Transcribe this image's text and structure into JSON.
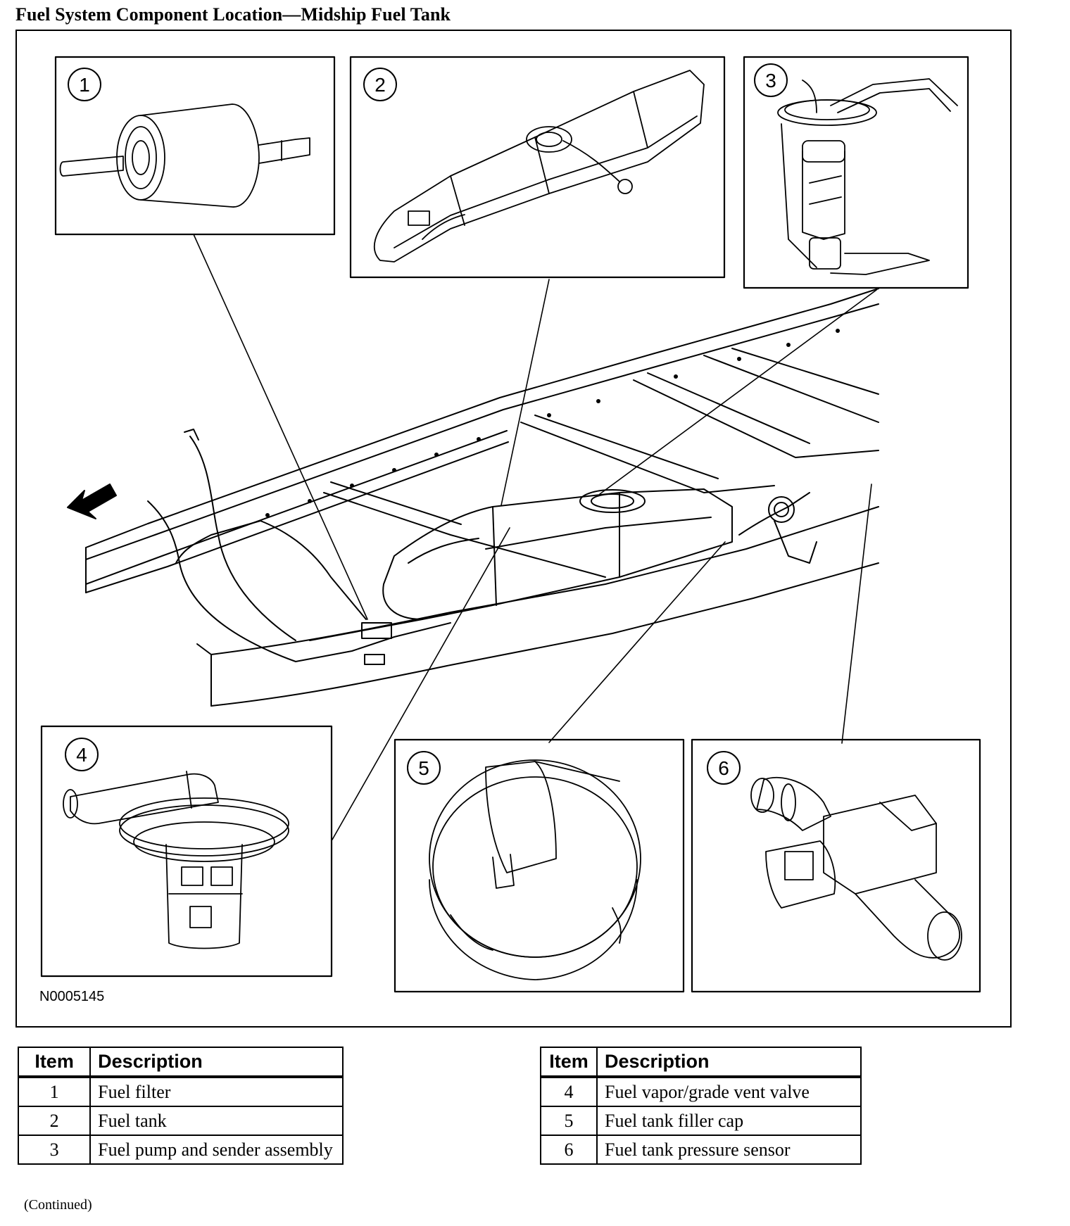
{
  "title": "Fuel System Component Location—Midship Fuel Tank",
  "figure_id": "N0005145",
  "callouts": [
    "1",
    "2",
    "3",
    "4",
    "5",
    "6"
  ],
  "table_left": {
    "headers": [
      "Item",
      "Description"
    ],
    "rows": [
      {
        "item": "1",
        "description": "Fuel filter"
      },
      {
        "item": "2",
        "description": "Fuel tank"
      },
      {
        "item": "3",
        "description": "Fuel pump and sender assembly"
      }
    ]
  },
  "table_right": {
    "headers": [
      "Item",
      "Description"
    ],
    "rows": [
      {
        "item": "4",
        "description": "Fuel vapor/grade vent valve"
      },
      {
        "item": "5",
        "description": "Fuel tank filler cap"
      },
      {
        "item": "6",
        "description": "Fuel tank pressure sensor"
      }
    ]
  },
  "continued": "(Continued)"
}
